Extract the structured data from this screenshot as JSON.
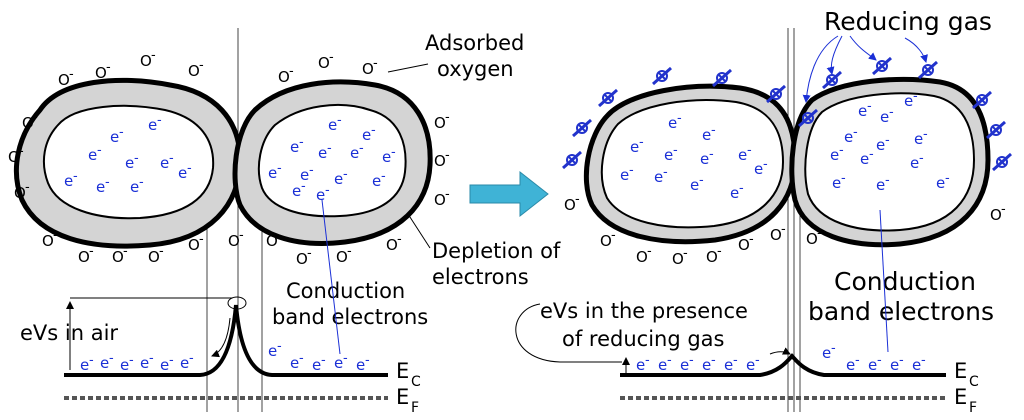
{
  "left_panel": {
    "adsorbed_label": [
      "Adsorbed",
      "oxygen"
    ],
    "depletion_label": [
      "Depletion of",
      "electrons"
    ],
    "conduction_label": [
      "Conduction",
      "band electrons"
    ],
    "barrier_label": "eVs in air",
    "oxygen_ion": "O",
    "electron": "e",
    "charge": "-"
  },
  "right_panel": {
    "reducing_gas_label": "Reducing gas",
    "conduction_label": [
      "Conduction",
      "band electrons"
    ],
    "barrier_label": [
      "eVs in the presence",
      "of reducing gas"
    ]
  },
  "band_labels": {
    "ec_main": "E",
    "ec_sub": "C",
    "ef_main": "E",
    "ef_sub": "F"
  },
  "colors": {
    "grain_shell": "#d4d4d4",
    "electron": "#1a2fd6",
    "arrow": "#3fb3d6",
    "molecule": "#2233cc"
  }
}
